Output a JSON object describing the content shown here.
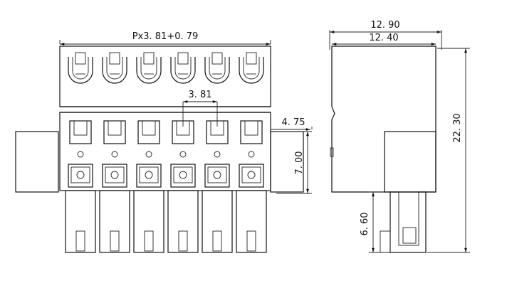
{
  "dimensions": {
    "pitch_total": "Px3. 81+0. 79",
    "pitch": "3. 81",
    "offset_right": "4. 75",
    "height_front": "7. 00",
    "width_overall": "12. 90",
    "width_body": "12. 40",
    "height_total": "22. 30",
    "pin_height": "6. 60"
  },
  "pole_count": 6
}
